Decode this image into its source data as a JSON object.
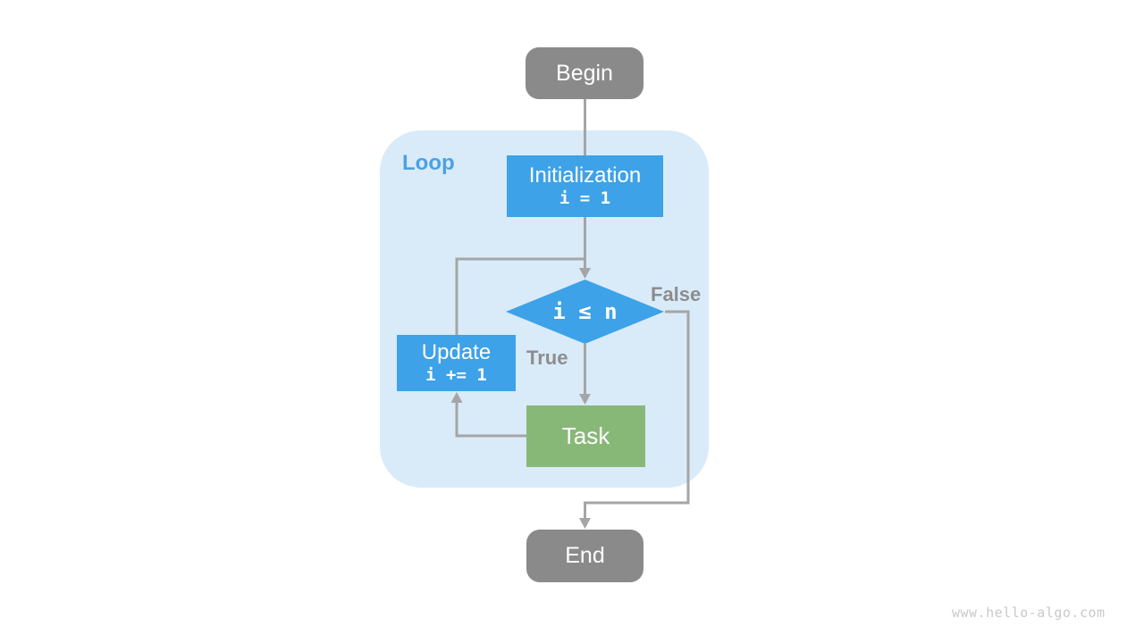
{
  "page": {
    "watermark": "www.hello-algo.com",
    "background": "#ffffff"
  },
  "colors": {
    "terminal_gray": "#8a8a8a",
    "process_blue": "#3da2e8",
    "task_green": "#88b878",
    "loop_background": "#d9ebf9",
    "loop_label_blue": "#4aa1e4",
    "connector_gray": "#a5a5a5",
    "edge_label_gray": "#8d8d8d",
    "node_text": "#ffffff",
    "watermark_gray": "#c9c9c9"
  },
  "flowchart": {
    "loop_label": "Loop",
    "nodes": {
      "begin": {
        "label": "Begin"
      },
      "initialization": {
        "label": "Initialization",
        "code": "i = 1"
      },
      "condition": {
        "code": "i ≤ n"
      },
      "update": {
        "label": "Update",
        "code": "i += 1"
      },
      "task": {
        "label": "Task"
      },
      "end": {
        "label": "End"
      }
    },
    "edge_labels": {
      "true_label": "True",
      "false_label": "False"
    }
  }
}
